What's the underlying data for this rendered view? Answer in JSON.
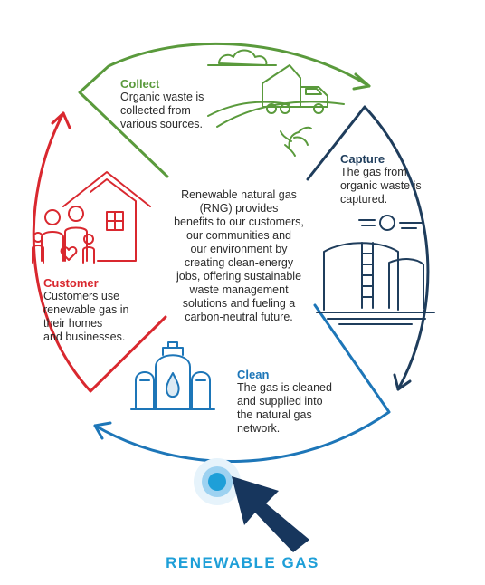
{
  "stages": {
    "collect": {
      "title": "Collect",
      "body": "Organic waste is\ncollected from\nvarious sources.",
      "color": "#5a9a3c",
      "icon": "garbage-truck-icon"
    },
    "capture": {
      "title": "Capture",
      "body": "The gas from\norganic waste is\ncaptured.",
      "color": "#1f3d5c",
      "icon": "storage-tank-icon"
    },
    "clean": {
      "title": "Clean",
      "body": "The gas is cleaned\nand supplied into\nthe natural gas\nnetwork.",
      "color": "#1d76b8",
      "icon": "gas-cylinders-icon"
    },
    "customer": {
      "title": "Customer",
      "body": "Customers use\nrenewable gas in\ntheir homes\nand businesses.",
      "color": "#d9282f",
      "icon": "family-house-icon"
    }
  },
  "center": {
    "text": "Renewable natural gas\n(RNG) provides\nbenefits to our customers,\nour communities and\nour environment by\ncreating clean-energy\njobs, offering sustainable\nwaste management\nsolutions and fueling a\ncarbon-neutral future."
  },
  "footer": {
    "label": "RENEWABLE GAS",
    "color": "#1e9fd8",
    "icon": "cursor-click-icon"
  }
}
